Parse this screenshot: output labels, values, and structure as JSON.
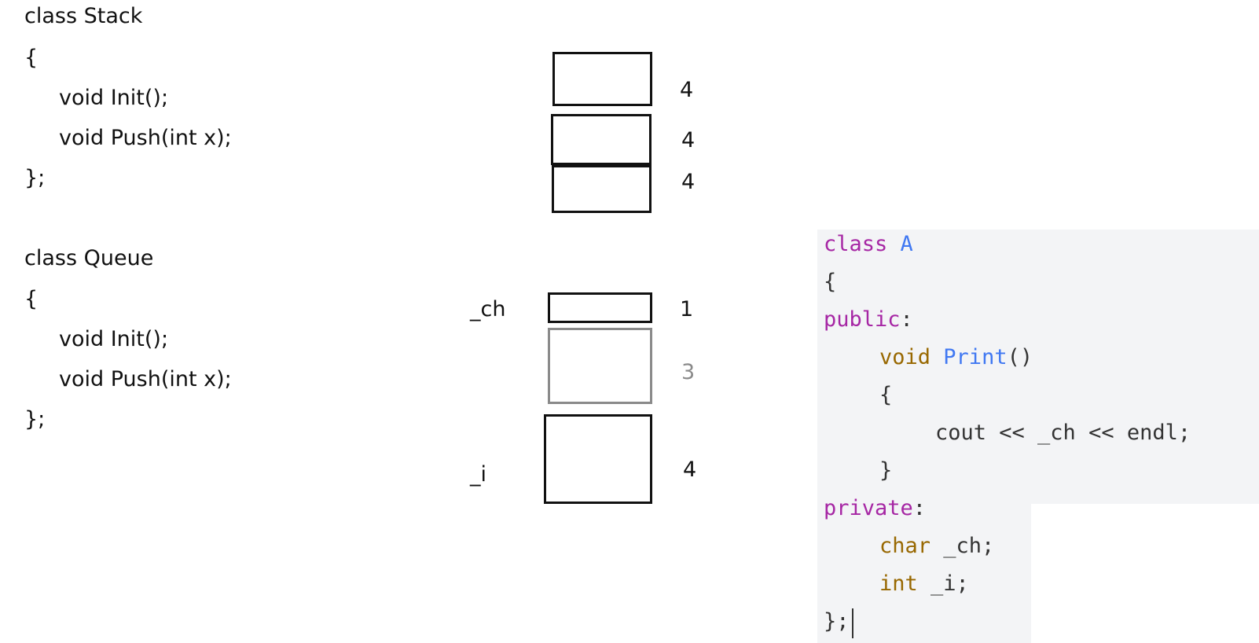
{
  "stack_code": {
    "line1": "class Stack",
    "line2": "{",
    "line3": "void Init();",
    "line4": "void Push(int x);",
    "line5": "};"
  },
  "queue_code": {
    "line1": "class Queue",
    "line2": "{",
    "line3": "void Init();",
    "line4": "void Push(int x);",
    "line5": "};"
  },
  "stack_diagram": {
    "sizes": [
      "4",
      "4",
      "4"
    ]
  },
  "queue_diagram": {
    "labels": {
      "ch": "_ch",
      "i": "_i"
    },
    "sizes": [
      "1",
      "3",
      "4"
    ]
  },
  "class_a_code": {
    "class_kw": "class",
    "class_name": "A",
    "open_brace": "{",
    "public_kw": "public",
    "colon": ":",
    "void_kw": "void",
    "print_fn": "Print",
    "parens": "()",
    "fn_open": "{",
    "cout_line": "cout << _ch << endl;",
    "fn_close": "}",
    "private_kw": "private",
    "char_kw": "char",
    "ch_decl": " _ch;",
    "int_kw": "int",
    "i_decl": " _i;",
    "close": "};"
  },
  "colors": {
    "keyword": "#a626a4",
    "type": "#986801",
    "function": "#4078f2",
    "code_background": "#f3f4f6",
    "padding_box": "#8a8a8a"
  }
}
